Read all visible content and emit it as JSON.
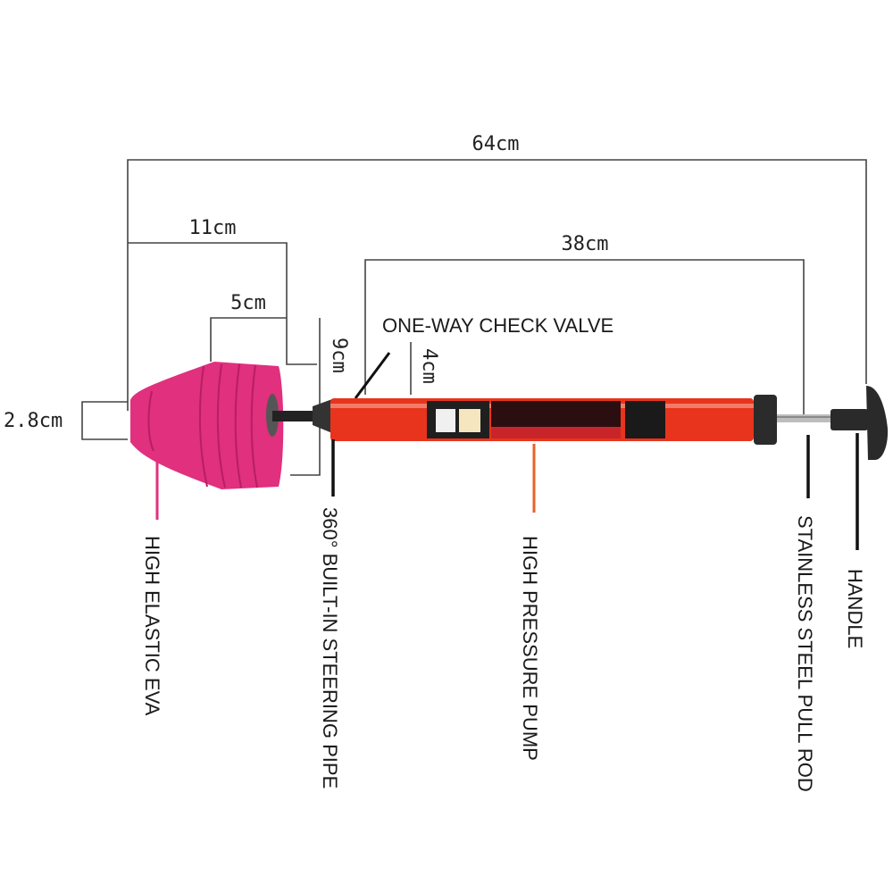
{
  "diagram": {
    "type": "product-dimension-diagram",
    "product": "drain plunger pump",
    "dimensions": {
      "total_length": "64cm",
      "head_length": "11cm",
      "head_small_length": "5cm",
      "pump_length": "38cm",
      "head_diameter": "9cm",
      "pump_diameter": "4cm",
      "tip_diameter": "2.8cm"
    },
    "parts": {
      "check_valve": "ONE-WAY CHECK VALVE",
      "eva": "HIGH ELASTIC EVA",
      "steering_pipe": "360° BUILT-IN STEERING PIPE",
      "pump": "HIGH PRESSURE PUMP",
      "pull_rod": "STAINLESS STEEL PULL ROD",
      "handle": "HANDLE"
    },
    "colors": {
      "eva_pink": "#e0307e",
      "pump_red": "#e8341c",
      "pointer_orange": "#e8622a",
      "handle_black": "#2a2a2a"
    }
  }
}
